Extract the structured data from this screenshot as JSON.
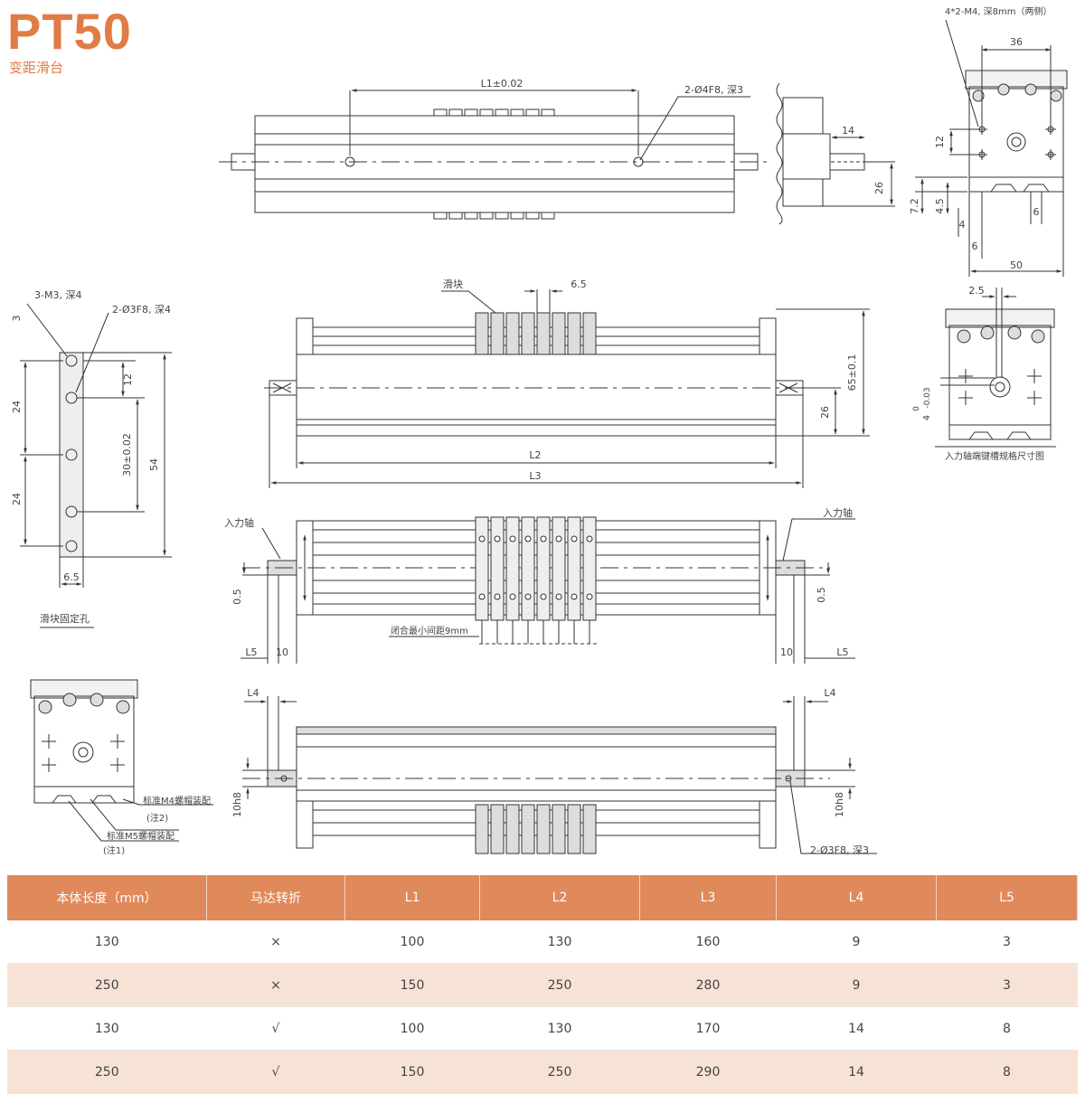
{
  "header": {
    "title": "PT50",
    "subtitle": "变距滑台"
  },
  "labels": {
    "top_holes": "4*2-M4, 深8mm（两侧）",
    "dim_36": "36",
    "dim_12_side": "12",
    "dim_14": "14",
    "dim_26_a": "26",
    "dim_72": "7.2",
    "dim_45": "4.5",
    "dim_4_a": "4",
    "dim_6_a": "6",
    "dim_6_b": "6",
    "dim_50": "50",
    "l1": "L1±0.02",
    "pin_holes_top": "2-Ø4F8, 深3",
    "slider_label": "滑块",
    "dim_65": "6.5",
    "dim_65_01": "65±0.1",
    "dim_26_b": "26",
    "l2": "L2",
    "l3": "L3",
    "m3": "3-M3, 深4",
    "pin_holes_slider": "2-Ø3F8, 深4",
    "dim_3": "3",
    "dim_24_a": "24",
    "dim_24_b": "24",
    "dim_12_slider": "12",
    "dim_30": "30±0.02",
    "dim_54": "54",
    "dim_65_slider": "6.5",
    "slider_holes_caption": "滑块固定孔",
    "dim_25": "2.5",
    "key_dim_a": "0",
    "key_dim_b": "-0.03",
    "key_dim_c": "4",
    "keyway_caption": "入力轴端键槽规格尺寸图",
    "input_shaft_left": "入力轴",
    "input_shaft_right": "入力轴",
    "dim_05_left": "0.5",
    "dim_05_right": "0.5",
    "min_pitch": "闭合最小间距9mm",
    "l5_left": "L5",
    "ten_left": "10",
    "ten_right": "10",
    "l5_right": "L5",
    "l4_left": "L4",
    "l4_right": "L4",
    "h8_left": "10h8",
    "h8_right": "10h8",
    "pin_holes_bottom": "2-Ø3F8, 深3",
    "nut_m4": "标准M4螺帽装配",
    "note2": "(注2)",
    "nut_m5": "标准M5螺帽装配",
    "note1": "(注1)"
  },
  "table": {
    "headers": [
      "本体长度（mm）",
      "马达转折",
      "L1",
      "L2",
      "L3",
      "L4",
      "L5"
    ],
    "rows": [
      [
        "130",
        "×",
        "100",
        "130",
        "160",
        "9",
        "3"
      ],
      [
        "250",
        "×",
        "150",
        "250",
        "280",
        "9",
        "3"
      ],
      [
        "130",
        "√",
        "100",
        "130",
        "170",
        "14",
        "8"
      ],
      [
        "250",
        "√",
        "150",
        "250",
        "290",
        "14",
        "8"
      ]
    ]
  }
}
